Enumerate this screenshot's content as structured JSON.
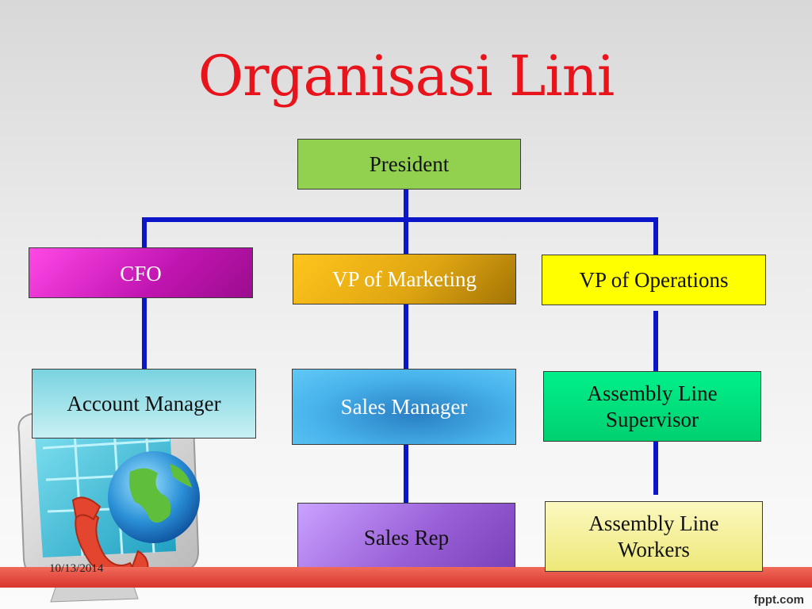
{
  "slide": {
    "title": "Organisasi Lini",
    "footer_date": "10/13/2014",
    "footer_logo": "fppt.com"
  },
  "org_chart": {
    "president": "President",
    "cfo": "CFO",
    "vp_marketing": "VP of Marketing",
    "vp_operations": "VP of Operations",
    "account_manager": "Account Manager",
    "sales_manager": "Sales Manager",
    "assembly_supervisor": "Assembly Line Supervisor",
    "sales_rep": "Sales Rep",
    "assembly_workers": "Assembly Line Workers"
  },
  "colors": {
    "title": "#e8141b",
    "connector": "#0b16c9",
    "president": "#92d050",
    "cfo": "#e020c8",
    "vp_marketing": "#d9a010",
    "vp_operations": "#ffff00",
    "account_manager": "#8fdde6",
    "sales_manager": "#3aa8e0",
    "assembly_supervisor": "#00e080",
    "sales_rep": "#9a60d8",
    "assembly_workers": "#f4f09a"
  }
}
